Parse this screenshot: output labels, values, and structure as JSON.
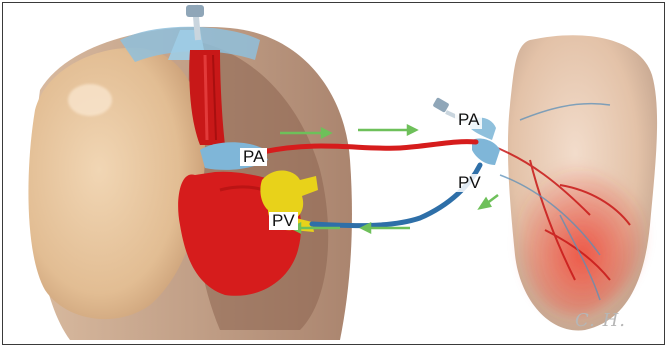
{
  "illustration": {
    "left_labels": {
      "pa": "PA",
      "pv": "PV"
    },
    "right_labels": {
      "pa": "PA",
      "pv": "PV"
    },
    "signature": "C. H."
  },
  "colors": {
    "artery": "#d61c1c",
    "vein": "#2e6fa8",
    "pulmonary_vein_yellow": "#e8d21a",
    "flow_arrow": "#6ec05a",
    "lung_skin": "#e9c9a2",
    "catheter_blue": "#8fc0dc"
  }
}
